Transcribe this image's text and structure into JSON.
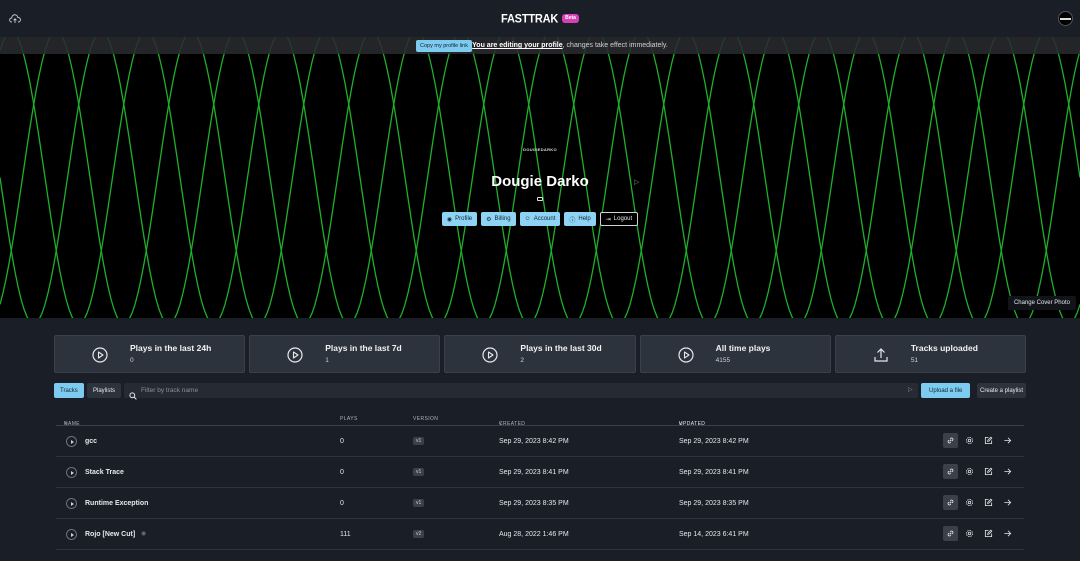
{
  "app": {
    "brand": "FASTTRAK",
    "badge": "Beta"
  },
  "banner": {
    "copy_link": "Copy my profile link",
    "editing_bold": "You are editing your profile",
    "editing_rest": ", changes take effect immediately."
  },
  "hero": {
    "logo_text": "DOUGIEDARKO",
    "name": "Dougie Darko",
    "buttons": [
      {
        "label": "Profile",
        "icon": "eye-icon"
      },
      {
        "label": "Billing",
        "icon": "gear-icon"
      },
      {
        "label": "Account",
        "icon": "user-icon"
      },
      {
        "label": "Help",
        "icon": "help-icon"
      },
      {
        "label": "Logout",
        "icon": "logout-icon"
      }
    ],
    "cover_button": "Change Cover Photo"
  },
  "stats": [
    {
      "label": "Plays in the last 24h",
      "value": "0",
      "icon": "play-circle-icon"
    },
    {
      "label": "Plays in the last 7d",
      "value": "1",
      "icon": "play-circle-icon"
    },
    {
      "label": "Plays in the last 30d",
      "value": "2",
      "icon": "play-circle-icon"
    },
    {
      "label": "All time plays",
      "value": "4155",
      "icon": "play-circle-icon"
    },
    {
      "label": "Tracks uploaded",
      "value": "51",
      "icon": "upload-icon"
    }
  ],
  "toolbar": {
    "tab_tracks": "Tracks",
    "tab_playlists": "Playlists",
    "search_placeholder": "Filter by track name",
    "upload_label": "Upload a file",
    "playlist_label": "Create a playlist"
  },
  "table": {
    "headers": {
      "name": "NAME",
      "plays": "PLAYS",
      "version": "VERSION",
      "created": "CREATED",
      "updated": "UPDATED"
    },
    "rows": [
      {
        "name": "gcc",
        "plays": "0",
        "version": "v1",
        "created": "Sep 29, 2023 8:42 PM",
        "updated": "Sep 29, 2023 8:42 PM"
      },
      {
        "name": "Stack Trace",
        "plays": "0",
        "version": "v1",
        "created": "Sep 29, 2023 8:41 PM",
        "updated": "Sep 29, 2023 8:41 PM"
      },
      {
        "name": "Runtime Exception",
        "plays": "0",
        "version": "v1",
        "created": "Sep 29, 2023 8:35 PM",
        "updated": "Sep 29, 2023 8:35 PM"
      },
      {
        "name": "Rojo [New Cut]",
        "plays": "111",
        "version": "v2",
        "created": "Aug 28, 2022 1:46 PM",
        "updated": "Sep 14, 2023 6:41 PM"
      }
    ]
  },
  "colors": {
    "accent": "#7ecbf0",
    "wave": "#1fb02a",
    "badge": "#d63fb6",
    "card": "#2d333c"
  }
}
